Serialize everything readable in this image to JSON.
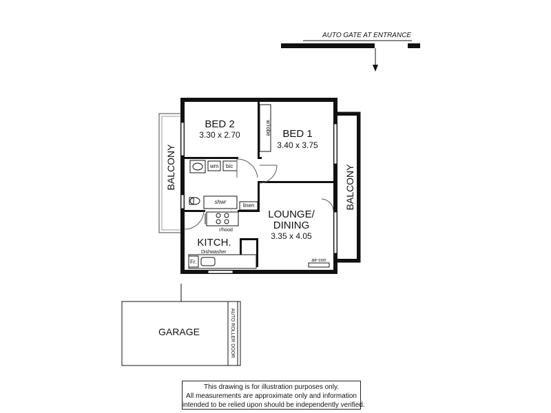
{
  "entrance": {
    "label": "AUTO GATE AT ENTRANCE"
  },
  "rooms": {
    "bed2": {
      "name": "BED 2",
      "size": "3.30 x 2.70"
    },
    "bed1": {
      "name": "BED 1",
      "size": "3.40 x 3.75"
    },
    "lounge": {
      "name_line1": "LOUNGE/",
      "name_line2": "DINING",
      "size": "3.35 x 4.05"
    },
    "kitchen": {
      "name": "KITCH."
    },
    "balcony_left": {
      "name": "BALCONY"
    },
    "balcony_right": {
      "name": "BALCONY"
    },
    "garage": {
      "name": "GARAGE",
      "door": "AUTO ROLLER DOOR"
    }
  },
  "fixtures": {
    "wrobe": "w'robe",
    "wm": "wm",
    "bic": "bic",
    "shwr": "shwr",
    "linen": "linen",
    "rhood": "r/hood",
    "dishwasher": "Dishwasher",
    "fridge": "Fr.",
    "aircon": "air-con"
  },
  "disclaimer": {
    "line1": "This drawing is for illustration purposes only.",
    "line2": "All measurements are approximate only and information",
    "line3": "intended to be relied upon should be independently verified."
  }
}
